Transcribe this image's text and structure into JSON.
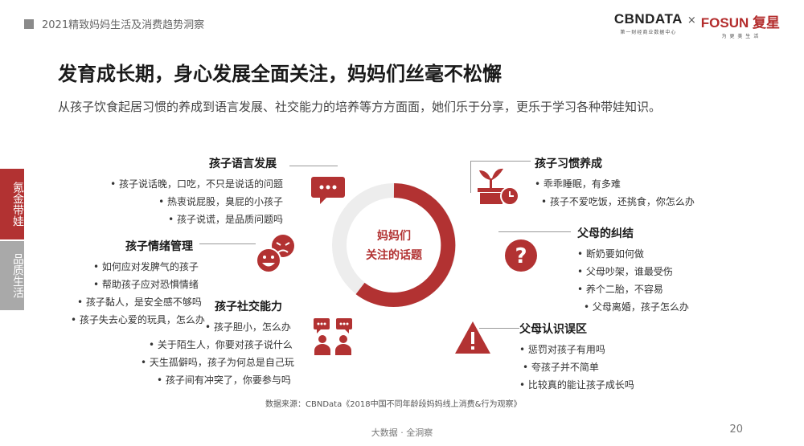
{
  "header": {
    "title": "2021精致妈妈生活及消费趋势洞察"
  },
  "logos": {
    "cbn": "CBNDATA",
    "cbn_sub": "第一财经商业数据中心",
    "x": "×",
    "fosun": "FOSUN 复星",
    "fosun_sub": "为 更 美 生 活"
  },
  "main_title": "发育成长期，身心发展全面关注，妈妈们丝毫不松懈",
  "subtitle": "从孩子饮食起居习惯的养成到语言发展、社交能力的培养等方方面面，她们乐于分享，更乐于学习各种带娃知识。",
  "side_tabs": [
    "氪金带娃",
    "品质生活"
  ],
  "center_label": [
    "妈妈们",
    "关注的话题"
  ],
  "groups": {
    "language": {
      "title": "孩子语言发展",
      "items": [
        "孩子说话晚，口吃，不只是说话的问题",
        "热衷说屁股，臭屁的小孩子",
        "孩子说谎，是品质问题吗"
      ]
    },
    "emotion": {
      "title": "孩子情绪管理",
      "items": [
        "如何应对发脾气的孩子",
        "帮助孩子应对恐惧情绪",
        "孩子黏人，是安全感不够吗",
        "孩子失去心爱的玩具，怎么办"
      ]
    },
    "social": {
      "title": "孩子社交能力",
      "items": [
        "孩子胆小，怎么办",
        "关于陌生人，你要对孩子说什么",
        "天生孤僻吗，孩子为何总是自己玩",
        "孩子间有冲突了，你要参与吗"
      ]
    },
    "habit": {
      "title": "孩子习惯养成",
      "items": [
        "乖乖睡眠，有多难",
        "孩子不爱吃饭，还挑食，你怎么办"
      ]
    },
    "tangle": {
      "title": "父母的纠结",
      "items": [
        "断奶要如何做",
        "父母吵架，谁最受伤",
        "养个二胎，不容易",
        "父母离婚，孩子怎么办"
      ]
    },
    "misconception": {
      "title": "父母认识误区",
      "items": [
        "惩罚对孩子有用吗",
        "夸孩子并不简单",
        "比较真的能让孩子成长吗"
      ]
    }
  },
  "source": "数据来源：CBNData《2018中国不同年龄段妈妈线上消费&行为观察》",
  "footer": "大数据 · 全洞察",
  "page_number": "20",
  "colors": {
    "accent": "#b23232",
    "gray": "#a9a9a9"
  }
}
